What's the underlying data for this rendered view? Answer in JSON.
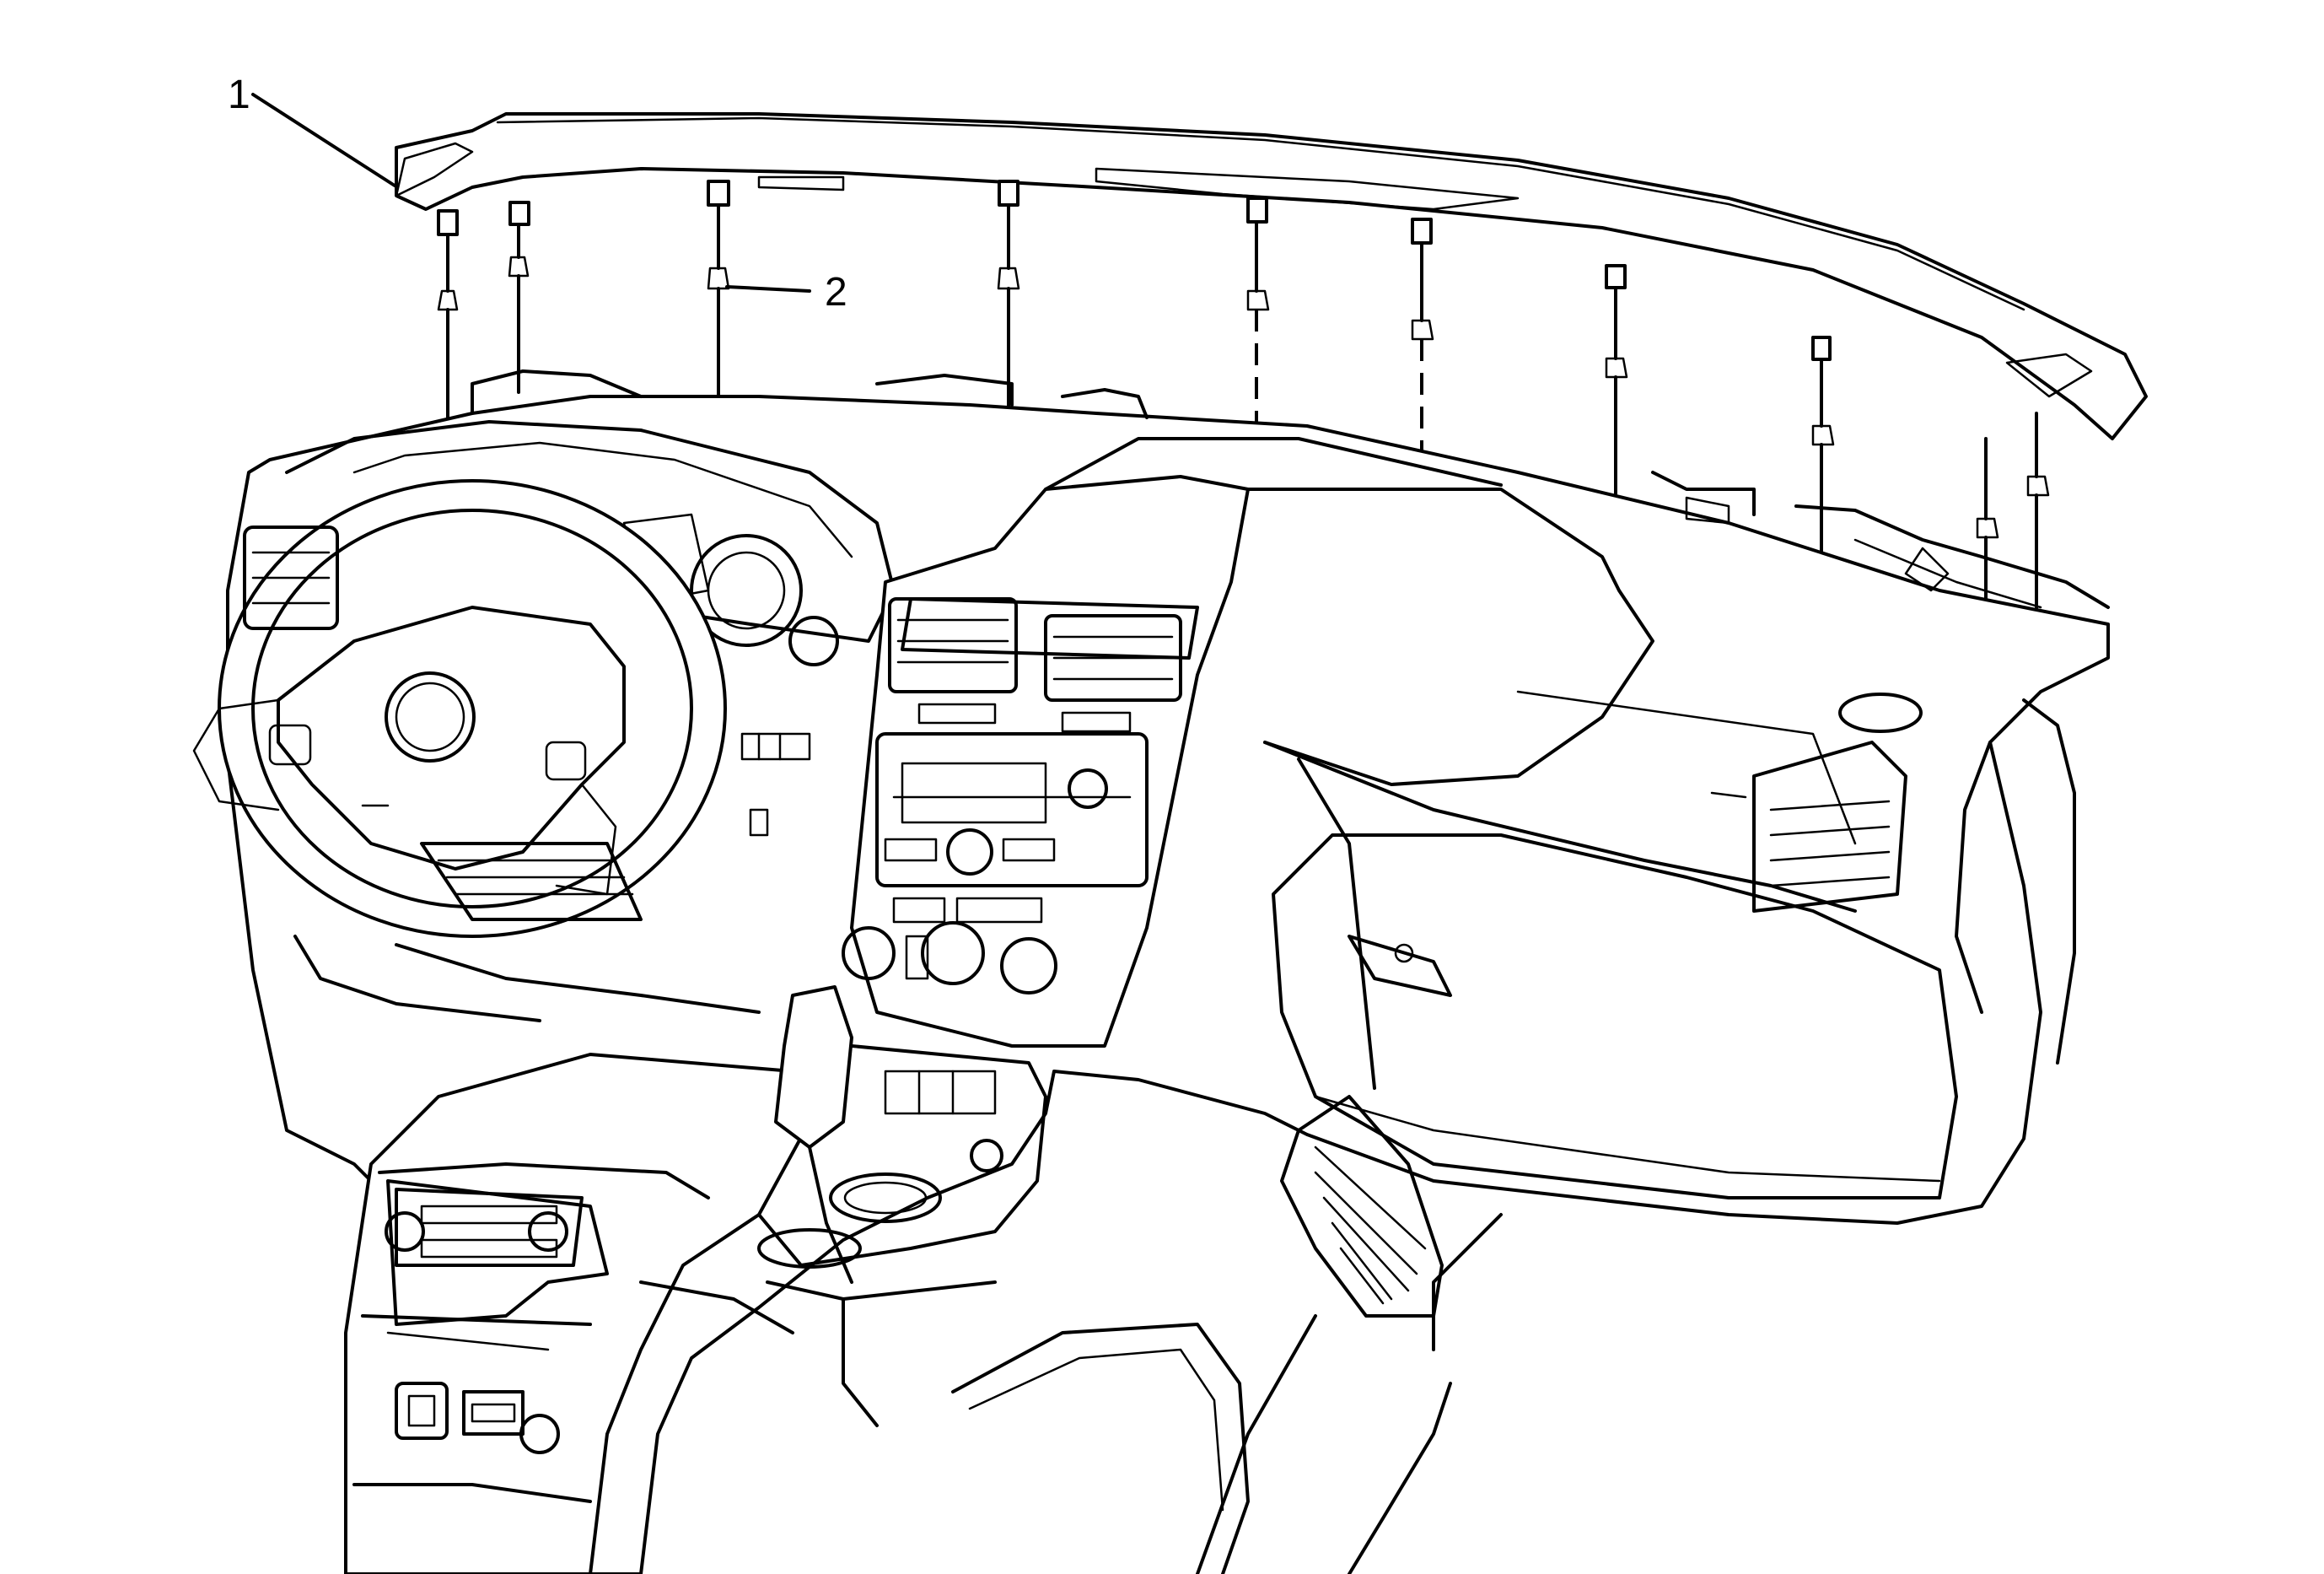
{
  "callouts": [
    {
      "id": "1",
      "label": "1",
      "target": "upper-trim-panel"
    },
    {
      "id": "2",
      "label": "2",
      "target": "retaining-clip"
    }
  ],
  "colors": {
    "line": "#000000",
    "background": "#ffffff"
  }
}
